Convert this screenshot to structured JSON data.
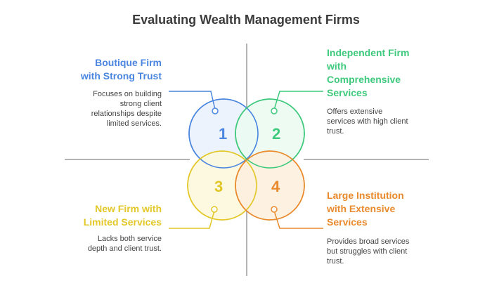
{
  "title": "Evaluating Wealth Management Firms",
  "colors": {
    "blue": "#4a86e0",
    "green": "#3ec97c",
    "yellow": "#e2c726",
    "orange": "#e98a2c",
    "blue_fill": "#eaf1fc",
    "green_fill": "#eafaf1",
    "yellow_fill": "#fcf8da",
    "orange_fill": "#fdeedd",
    "axis": "#9a9a9a"
  },
  "quadrants": [
    {
      "number": "1",
      "title_line1": "Boutique Firm",
      "title_line2": "with Strong Trust",
      "desc_line1": "Focuses on building",
      "desc_line2": "strong client",
      "desc_line3": "relationships despite",
      "desc_line4": "limited services."
    },
    {
      "number": "2",
      "title_line1": "Independent Firm",
      "title_line2": "with",
      "title_line3": "Comprehensive",
      "title_line4": "Services",
      "desc_line1": "Offers extensive",
      "desc_line2": "services with high client",
      "desc_line3": "trust."
    },
    {
      "number": "3",
      "title_line1": "New Firm with",
      "title_line2": "Limited Services",
      "desc_line1": "Lacks both service",
      "desc_line2": "depth and client trust."
    },
    {
      "number": "4",
      "title_line1": "Large Institution",
      "title_line2": "with Extensive",
      "title_line3": "Services",
      "desc_line1": "Provides broad services",
      "desc_line2": "but struggles with client",
      "desc_line3": "trust."
    }
  ]
}
